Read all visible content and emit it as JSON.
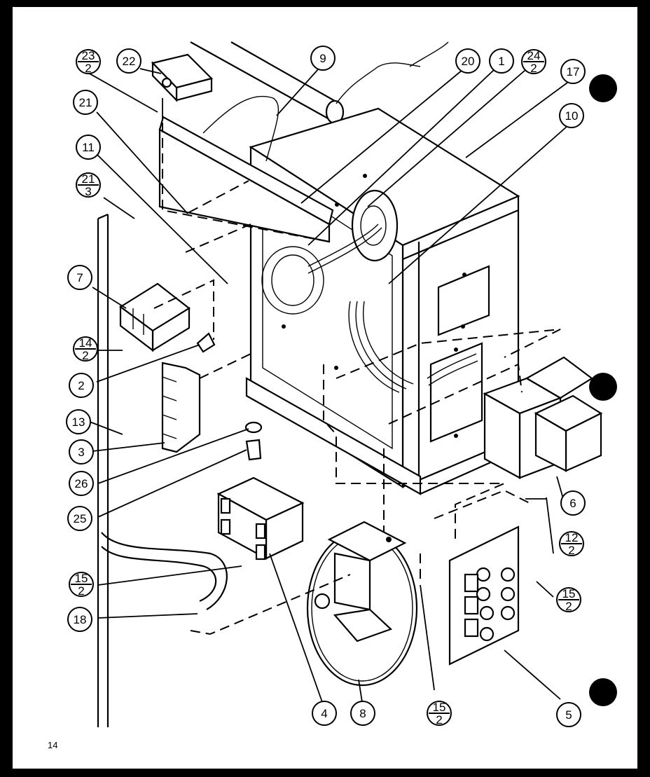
{
  "page_number": "14",
  "callouts": [
    {
      "id": "c23",
      "num": "23",
      "den": "2"
    },
    {
      "id": "c22",
      "num": "22"
    },
    {
      "id": "c9",
      "num": "9"
    },
    {
      "id": "c20",
      "num": "20"
    },
    {
      "id": "c1",
      "num": "1"
    },
    {
      "id": "c24",
      "num": "24",
      "den": "2"
    },
    {
      "id": "c17",
      "num": "17"
    },
    {
      "id": "c21",
      "num": "21"
    },
    {
      "id": "c10",
      "num": "10"
    },
    {
      "id": "c11",
      "num": "11"
    },
    {
      "id": "c21b",
      "num": "21",
      "den": "3"
    },
    {
      "id": "c7",
      "num": "7"
    },
    {
      "id": "c14",
      "num": "14",
      "den": "2"
    },
    {
      "id": "c2",
      "num": "2"
    },
    {
      "id": "c13",
      "num": "13"
    },
    {
      "id": "c3",
      "num": "3"
    },
    {
      "id": "c26",
      "num": "26"
    },
    {
      "id": "c25",
      "num": "25"
    },
    {
      "id": "c6",
      "num": "6"
    },
    {
      "id": "c12",
      "num": "12",
      "den": "2"
    },
    {
      "id": "c15a",
      "num": "15",
      "den": "2"
    },
    {
      "id": "c15b",
      "num": "15",
      "den": "2"
    },
    {
      "id": "c18",
      "num": "18"
    },
    {
      "id": "c4",
      "num": "4"
    },
    {
      "id": "c8",
      "num": "8"
    },
    {
      "id": "c15c",
      "num": "15",
      "den": "2"
    },
    {
      "id": "c5",
      "num": "5"
    }
  ]
}
